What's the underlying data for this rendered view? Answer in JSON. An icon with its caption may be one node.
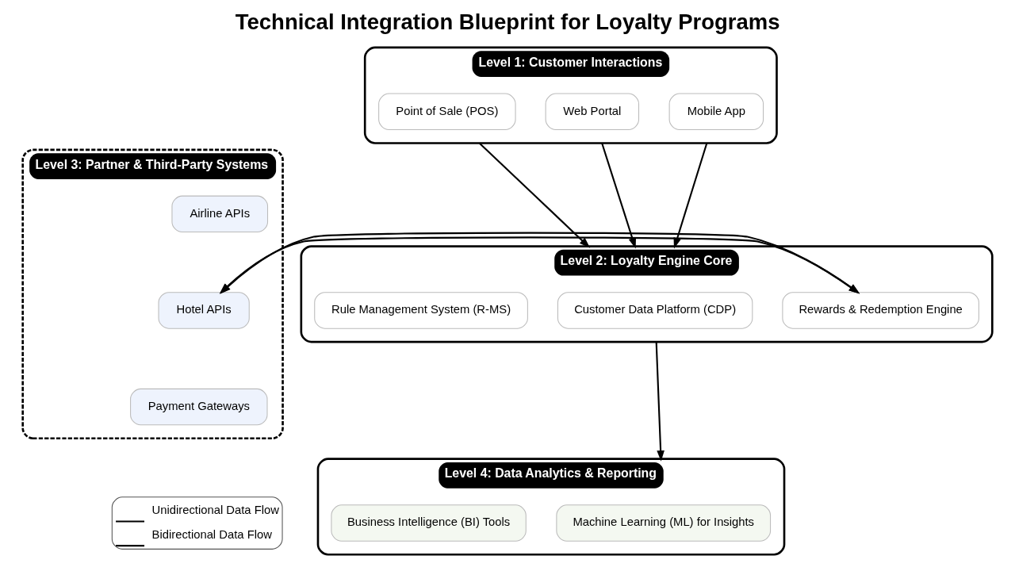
{
  "diagram": {
    "title": "Technical Integration Blueprint for Loyalty Programs",
    "nodes": [
      {
        "text": [
          "Level 1: Customer Interactions"
        ]
      },
      {
        "text": [
          "Mobile App"
        ],
        "in": 0
      },
      {
        "text": [
          "Web Portal"
        ],
        "in": 0
      },
      {
        "text": [
          "Point of Sale (POS)"
        ],
        "in": 0
      },
      {
        "text": [
          "Level 2: Loyalty Engine Core"
        ]
      },
      {
        "text": [
          "Rule Management System (R-MS)"
        ],
        "in": 4
      },
      {
        "text": [
          "Customer Data Platform (CDP)"
        ],
        "in": 4
      },
      {
        "text": [
          "Rewards & Redemption Engine"
        ],
        "in": 4
      },
      {
        "text": [
          "Level 3: Partner & Third-Party Systems"
        ]
      },
      {
        "text": [
          "Airline APIs"
        ],
        "in": 8
      },
      {
        "text": [
          "Hotel APIs"
        ],
        "in": 8
      },
      {
        "text": [
          "Payment Gateways"
        ],
        "in": 8
      },
      {
        "text": [
          "Level 4: Data Analytics & Reporting"
        ]
      },
      {
        "text": [
          "Business Intelligence (BI) Tools"
        ],
        "in": 12
      },
      {
        "text": [
          "Machine Learning (ML) for Insights"
        ],
        "in": 12
      }
    ],
    "edges": [
      {
        "from": 0,
        "to": 4,
        "arrow": "to"
      },
      {
        "from": 0,
        "to": 4,
        "arrow": "to"
      },
      {
        "from": 0,
        "to": 4,
        "arrow": "to"
      },
      {
        "from": 4,
        "to": 8,
        "arrow": "both"
      },
      {
        "from": 4,
        "to": 12,
        "arrow": "to"
      }
    ],
    "legend": [
      {
        "text": "Unidirectional Data Flow"
      },
      {
        "text": "Bidirectional Data Flow"
      }
    ]
  }
}
